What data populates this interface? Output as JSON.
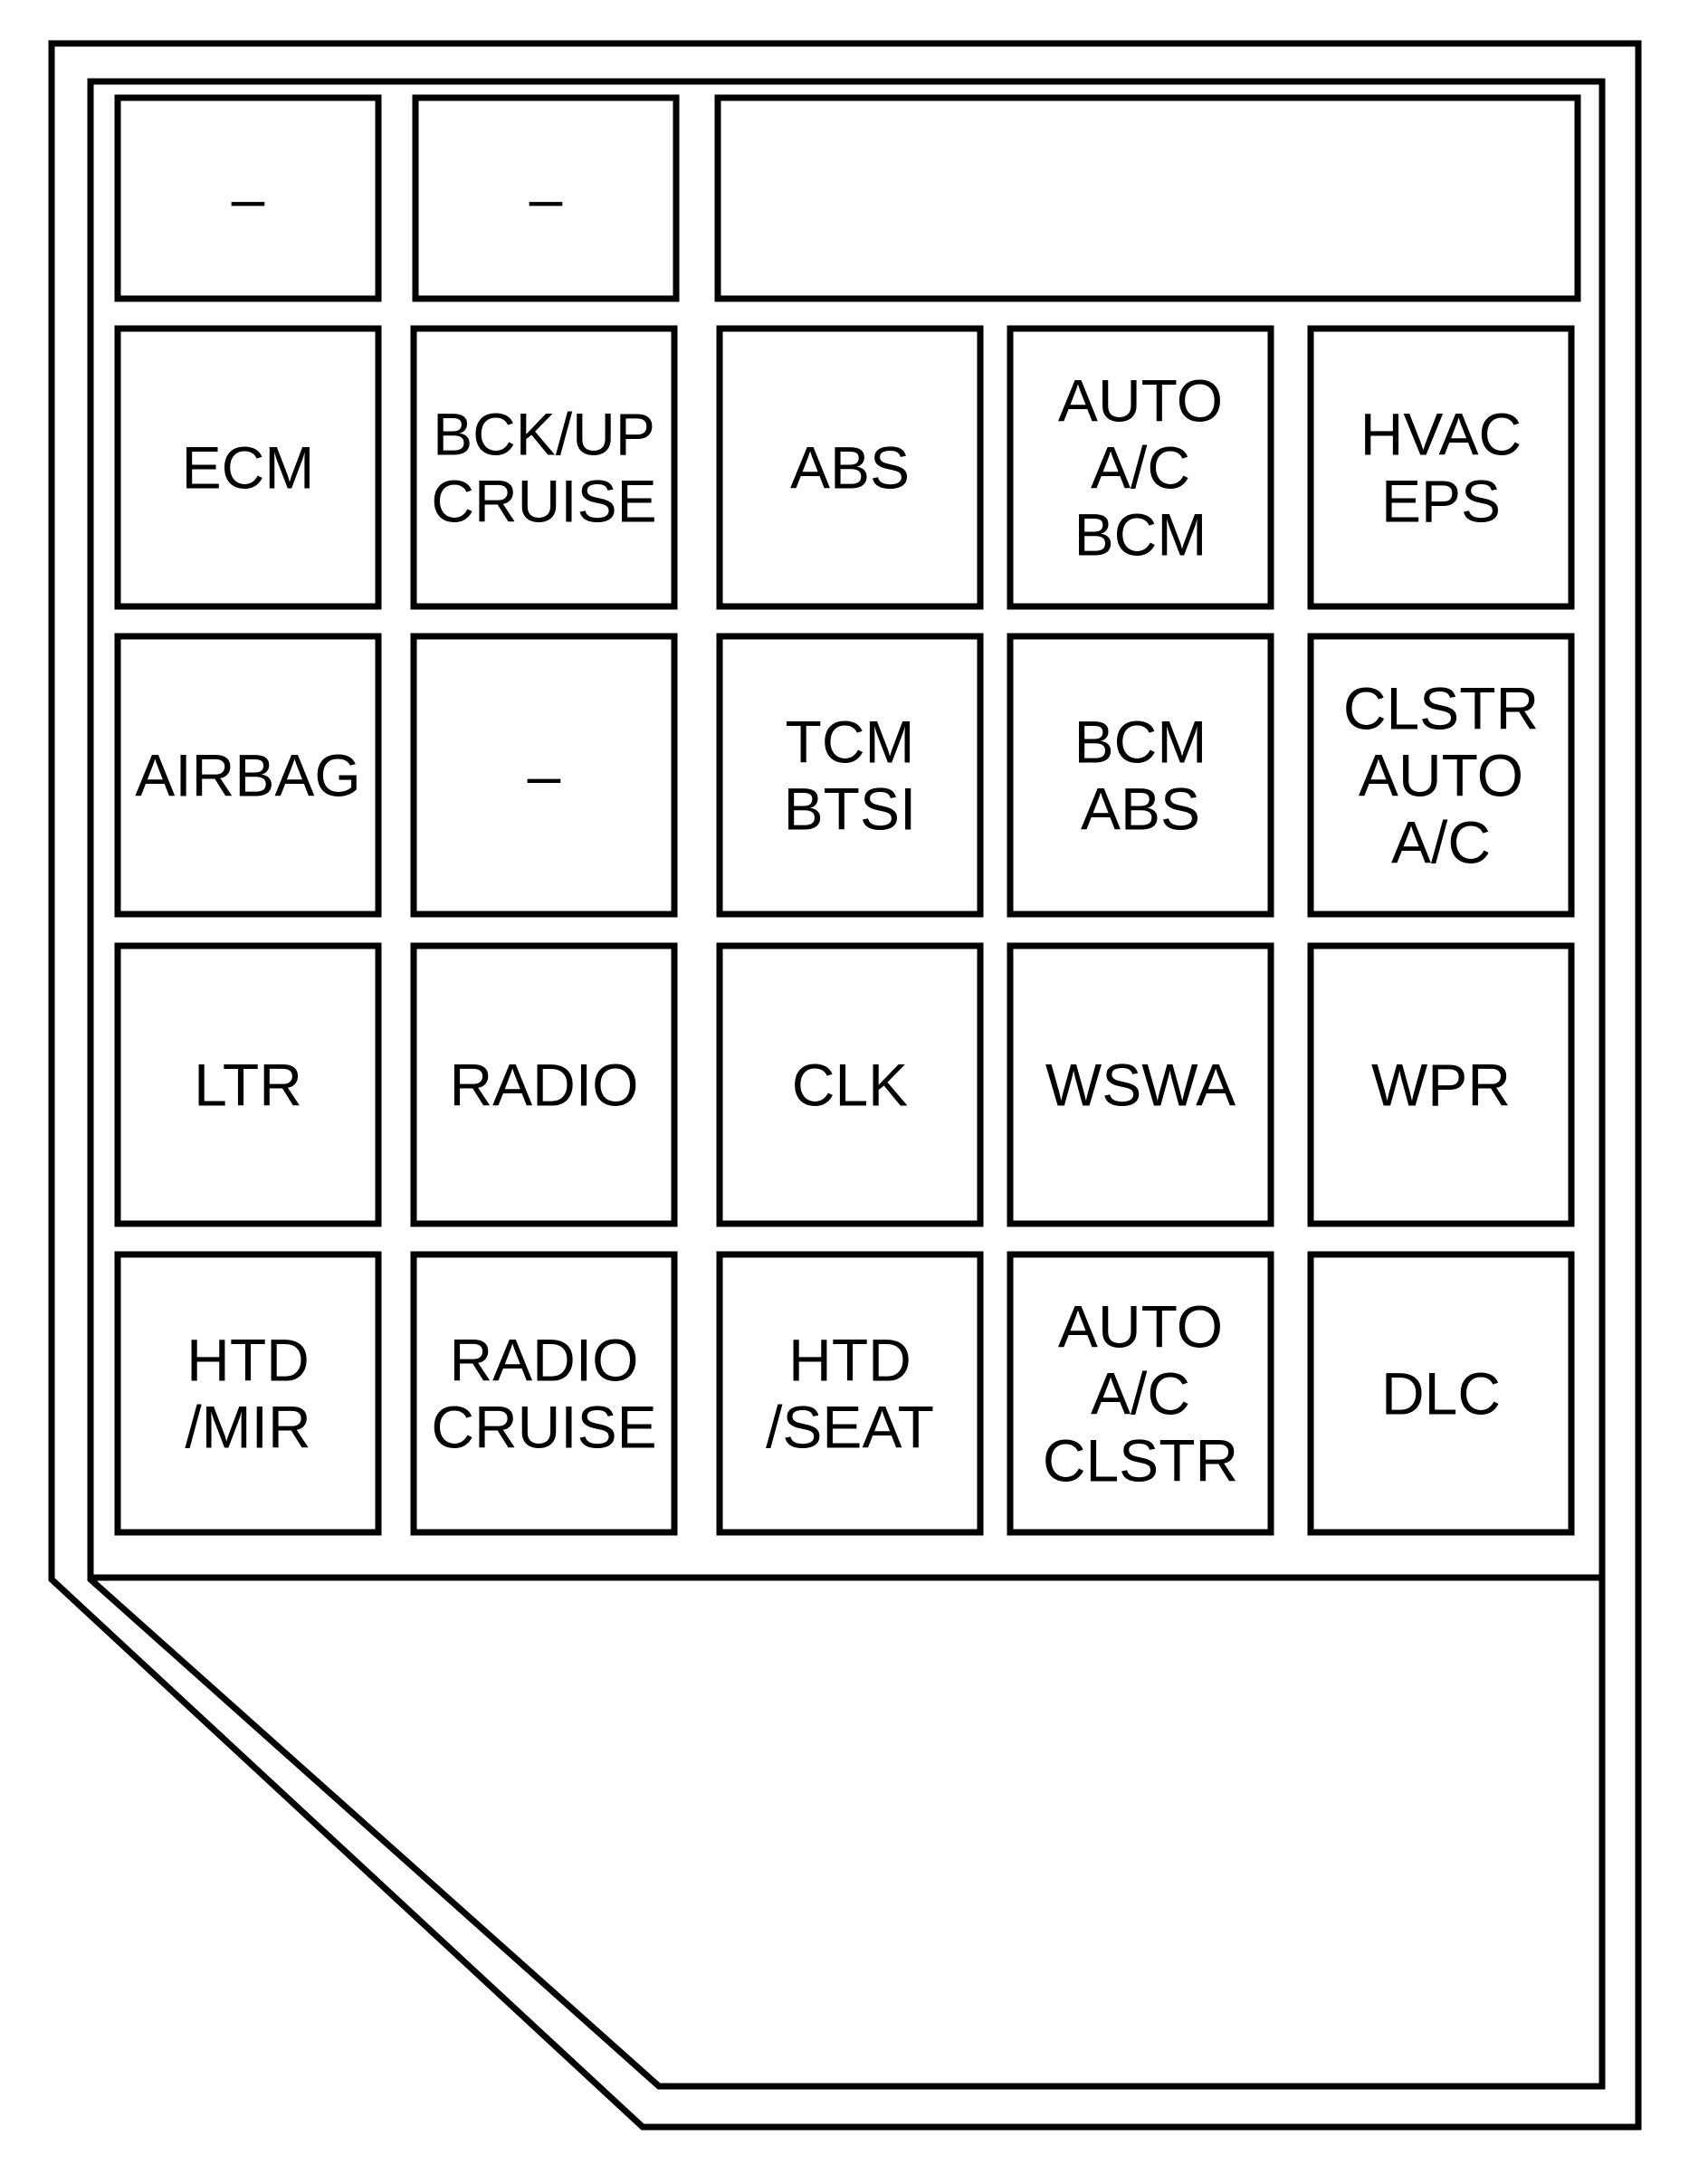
{
  "diagram": {
    "type": "fuse-panel-layout",
    "colors": {
      "line": "#000000",
      "background": "#ffffff"
    },
    "top_row": [
      {
        "id": "top-1",
        "lines": [
          "–"
        ]
      },
      {
        "id": "top-2",
        "lines": [
          "–"
        ]
      },
      {
        "id": "top-3",
        "lines": []
      }
    ],
    "grid": [
      [
        {
          "lines": [
            "ECM"
          ]
        },
        {
          "lines": [
            "BCK/UP",
            "CRUISE"
          ]
        },
        {
          "lines": [
            "ABS"
          ]
        },
        {
          "lines": [
            "AUTO",
            "A/C",
            "BCM"
          ]
        },
        {
          "lines": [
            "HVAC",
            "EPS"
          ]
        }
      ],
      [
        {
          "lines": [
            "AIRBAG"
          ]
        },
        {
          "lines": [
            "–"
          ]
        },
        {
          "lines": [
            "TCM",
            "BTSI"
          ]
        },
        {
          "lines": [
            "BCM",
            "ABS"
          ]
        },
        {
          "lines": [
            "CLSTR",
            "AUTO",
            "A/C"
          ]
        }
      ],
      [
        {
          "lines": [
            "LTR"
          ]
        },
        {
          "lines": [
            "RADIO"
          ]
        },
        {
          "lines": [
            "CLK"
          ]
        },
        {
          "lines": [
            "WSWA"
          ]
        },
        {
          "lines": [
            "WPR"
          ]
        }
      ],
      [
        {
          "lines": [
            "HTD",
            "/MIR"
          ]
        },
        {
          "lines": [
            "RADIO",
            "CRUISE"
          ]
        },
        {
          "lines": [
            "HTD",
            "/SEAT"
          ]
        },
        {
          "lines": [
            "AUTO",
            "A/C",
            "CLSTR"
          ]
        },
        {
          "lines": [
            "DLC"
          ]
        }
      ]
    ]
  }
}
